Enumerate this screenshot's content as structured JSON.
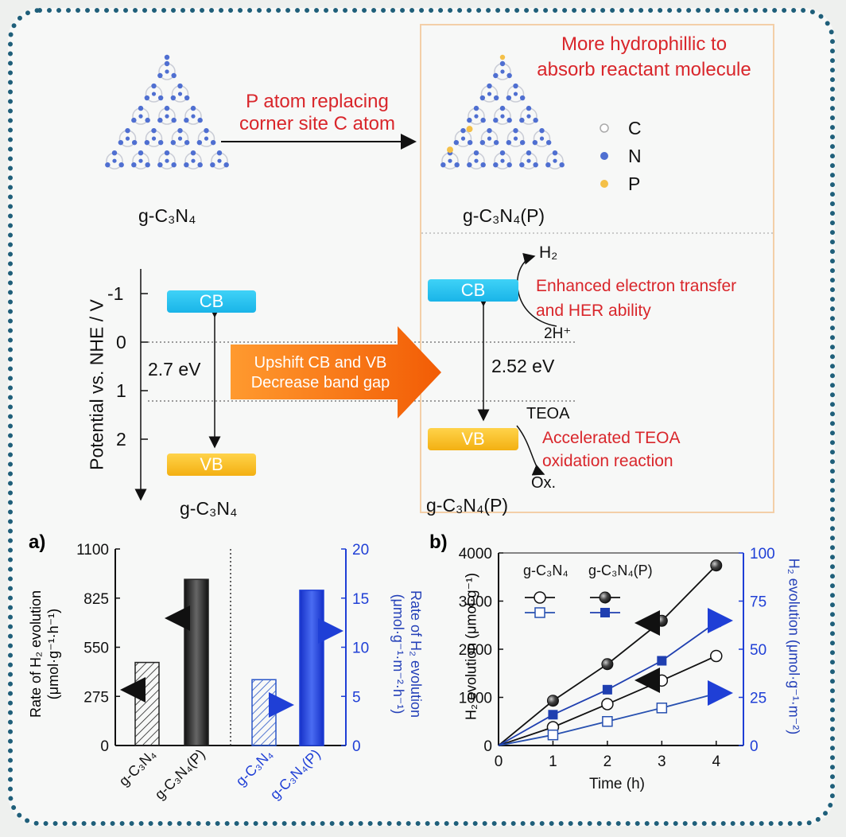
{
  "top": {
    "left_structure_label": "g-C₃N₄",
    "right_structure_label": "g-C₃N₄(P)",
    "arrow_text_line1": "P atom replacing",
    "arrow_text_line2": "corner site C atom",
    "hydrophilic_line1": "More hydrophillic to",
    "hydrophilic_line2": "absorb reactant molecule",
    "legend": [
      {
        "symbol": "C",
        "color": "#d9dbd9"
      },
      {
        "symbol": "N",
        "color": "#4f6fd1"
      },
      {
        "symbol": "P",
        "color": "#f4c048"
      }
    ]
  },
  "band": {
    "y_axis_label": "Potential vs. NHE / V",
    "y_ticks": [
      "-1",
      "0",
      "1",
      "2"
    ],
    "cb_label": "CB",
    "vb_label": "VB",
    "left_gap": "2.7 eV",
    "right_gap": "2.52 eV",
    "left_caption": "g-C₃N₄",
    "right_caption": "g-C₃N₄(P)",
    "shift_line1": "Upshift CB and VB",
    "shift_line2": "Decrease band gap",
    "h2": "H₂",
    "two_h": "2H⁺",
    "electron_line1": "Enhanced electron transfer",
    "electron_line2": "and HER ability",
    "teoa": "TEOA",
    "teoa_line1": "Accelerated TEOA",
    "teoa_line2": "oxidation reaction",
    "ox": "Ox."
  },
  "panel_a": {
    "letter": "a)",
    "left_axis_label": "Rate of H₂ evolution (μmol·g⁻¹·h⁻¹)",
    "right_axis_label": "Rate of H₂ evolution (μmol·g⁻¹·m⁻²·h⁻¹)",
    "left_ticks": [
      "0",
      "275",
      "550",
      "825",
      "1100"
    ],
    "right_ticks": [
      "0",
      "5",
      "10",
      "15",
      "20"
    ],
    "categories": [
      "g-C₃N₄",
      "g-C₃N₄(P)",
      "g-C₃N₄",
      "g-C₃N₄(P)"
    ]
  },
  "panel_b": {
    "letter": "b)",
    "x_label": "Time (h)",
    "left_axis_label": "H₂ evolution (μmol·g⁻¹)",
    "right_axis_label": "H₂ evolution (μmol·g⁻¹·m⁻²)",
    "x_ticks": [
      "0",
      "1",
      "2",
      "3",
      "4"
    ],
    "left_ticks": [
      "0",
      "1000",
      "2000",
      "3000",
      "4000"
    ],
    "right_ticks": [
      "0",
      "25",
      "50",
      "75",
      "100"
    ],
    "legend_col1": "g-C₃N₄",
    "legend_col2": "g-C₃N₄(P)"
  },
  "chart_data": [
    {
      "type": "bar",
      "categories": [
        "g-C₃N₄",
        "g-C₃N₄(P)",
        "g-C₃N₄",
        "g-C₃N₄(P)"
      ],
      "series": [
        {
          "axis": "left",
          "values": [
            465,
            930,
            null,
            null
          ],
          "colors": [
            "hatched-black",
            "#222222"
          ]
        },
        {
          "axis": "right",
          "values": [
            null,
            null,
            6.7,
            15.8
          ],
          "colors": [
            "hatched-blue",
            "#1f3fd6"
          ]
        }
      ],
      "ylabel": "Rate of H₂ evolution (μmol·g⁻¹·h⁻¹)",
      "ylabel_right": "Rate of H₂ evolution (μmol·g⁻¹·m⁻²·h⁻¹)",
      "ylim": [
        0,
        1100
      ],
      "ylim_right": [
        0,
        20
      ]
    },
    {
      "type": "line",
      "x": [
        0,
        1,
        2,
        3,
        4
      ],
      "series": [
        {
          "name": "g-C₃N₄",
          "axis": "left",
          "marker": "open-circle",
          "color": "#111111",
          "values": [
            0,
            380,
            860,
            1350,
            1860
          ]
        },
        {
          "name": "g-C₃N₄(P)",
          "axis": "left",
          "marker": "filled-sphere",
          "color": "#111111",
          "values": [
            0,
            930,
            1690,
            2590,
            3740
          ]
        },
        {
          "name": "g-C₃N₄",
          "axis": "right",
          "marker": "open-square",
          "color": "#2750b0",
          "values": [
            0,
            5.5,
            12.5,
            19.5,
            27
          ]
        },
        {
          "name": "g-C₃N₄(P)",
          "axis": "right",
          "marker": "filled-square",
          "color": "#1f3fb0",
          "values": [
            0,
            16,
            29,
            44,
            64
          ]
        }
      ],
      "xlabel": "Time (h)",
      "ylabel": "H₂ evolution (μmol·g⁻¹)",
      "ylabel_right": "H₂ evolution (μmol·g⁻¹·m⁻²)",
      "xlim": [
        0,
        4.5
      ],
      "ylim": [
        0,
        4000
      ],
      "ylim_right": [
        0,
        100
      ]
    }
  ]
}
